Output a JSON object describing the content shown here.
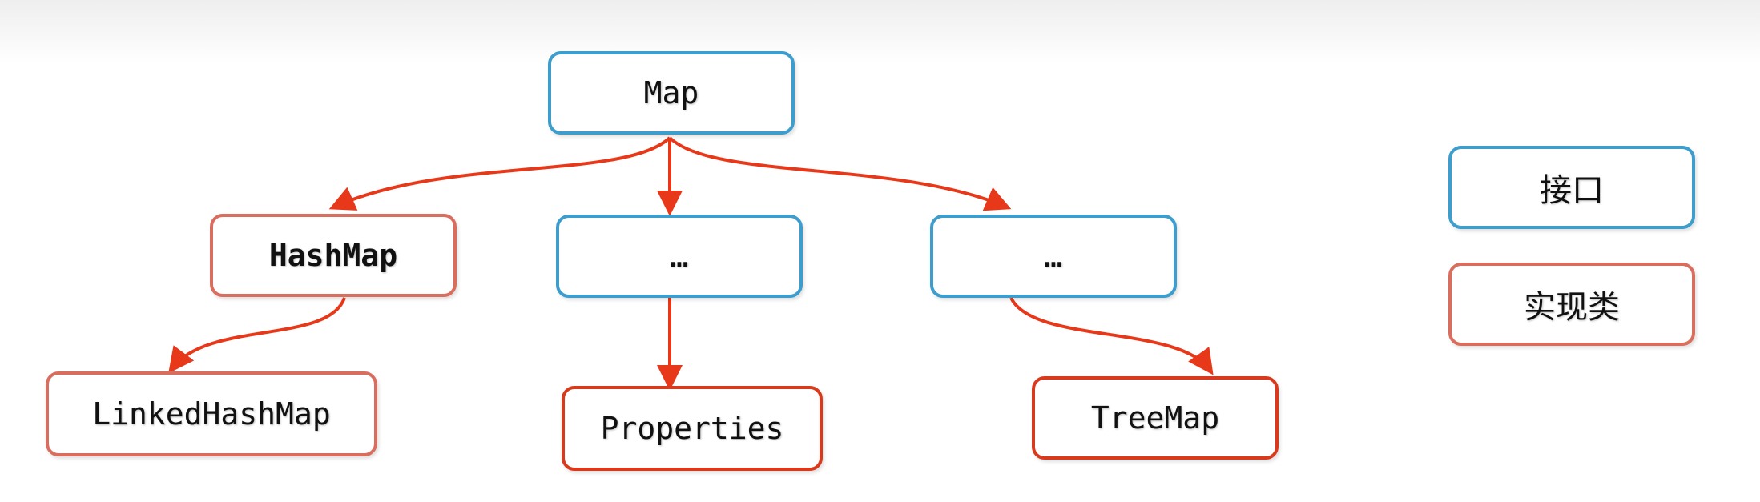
{
  "nodes": {
    "map": "Map",
    "hashmap": "HashMap",
    "ellipsis_middle": "…",
    "ellipsis_right": "…",
    "linkedhashmap": "LinkedHashMap",
    "properties": "Properties",
    "treemap": "TreeMap"
  },
  "legend": {
    "interface": "接口",
    "implementation": "实现类"
  },
  "colors": {
    "interface_border": "#3d9dcc",
    "implementation_border": "#d96e5e",
    "arrow": "#e8381a"
  }
}
